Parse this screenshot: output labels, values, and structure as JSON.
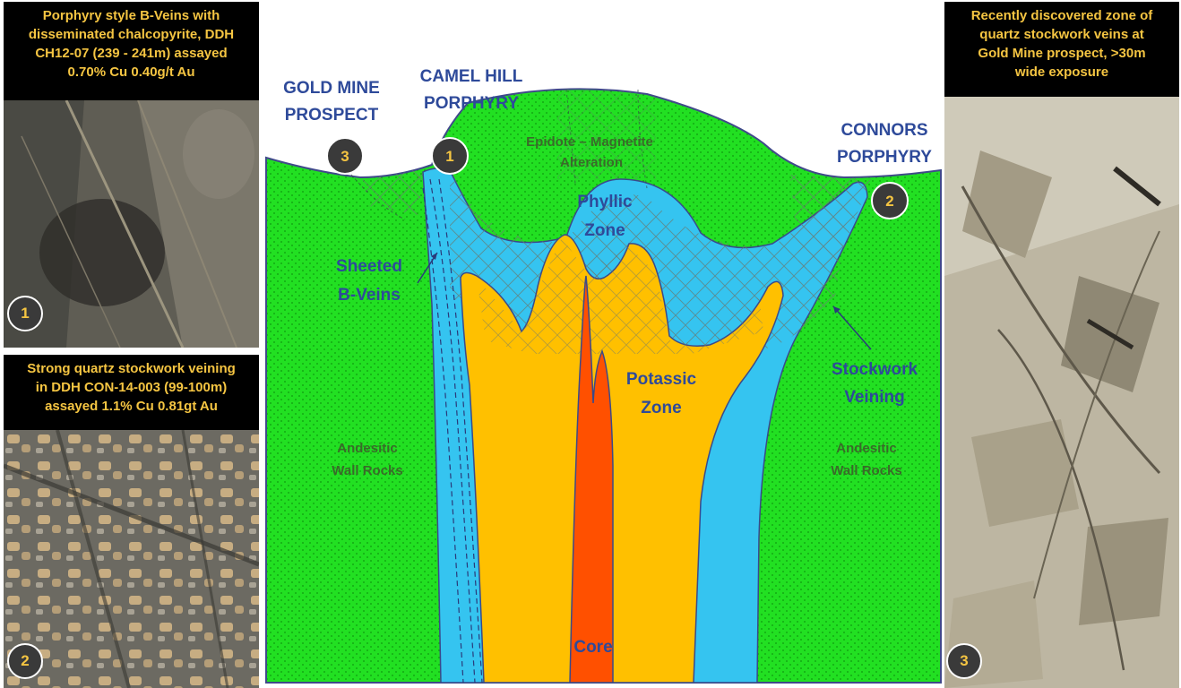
{
  "left_top": {
    "caption": [
      "Porphyry style B-Veins with",
      "disseminated chalcopyrite, DDH",
      "CH12-07 (239 - 241m) assayed",
      "0.70% Cu 0.40g/t Au"
    ],
    "badge": "1"
  },
  "left_bottom": {
    "caption": [
      "Strong quartz stockwork veining",
      "in DDH CON-14-003 (99-100m)",
      "assayed 1.1% Cu 0.81gt Au"
    ],
    "badge": "2"
  },
  "right": {
    "caption": [
      "Recently discovered zone of",
      "quartz stockwork veins at",
      "Gold Mine prospect, >30m",
      "wide exposure"
    ],
    "badge": "3"
  },
  "diagram": {
    "prospects": {
      "gold_mine": [
        "GOLD MINE",
        "PROSPECT"
      ],
      "camel_hill": [
        "CAMEL HILL",
        "PORPHYRY"
      ],
      "connors": [
        "CONNORS",
        "PORPHYRY"
      ]
    },
    "markers": {
      "gold_mine": "3",
      "camel_hill": "1",
      "connors": "2"
    },
    "zones": {
      "epidote": [
        "Epidote – Magnetite",
        "Alteration"
      ],
      "phyllic": [
        "Phyllic",
        "Zone"
      ],
      "potassic": [
        "Potassic",
        "Zone"
      ],
      "core": "Core",
      "wall_left": [
        "Andesitic",
        "Wall Rocks"
      ],
      "wall_right": [
        "Andesitic",
        "Wall Rocks"
      ]
    },
    "annotations": {
      "sheeted": [
        "Sheeted",
        "B-Veins"
      ],
      "stockwork": [
        "Stockwork",
        "Veining"
      ]
    }
  },
  "colors": {
    "wall": "#22e022",
    "phyllic": "#35c4f0",
    "potassic": "#ffc000",
    "core": "#ff5000",
    "label_blue": "#2e4a9a",
    "caption_text": "#f5c542"
  }
}
